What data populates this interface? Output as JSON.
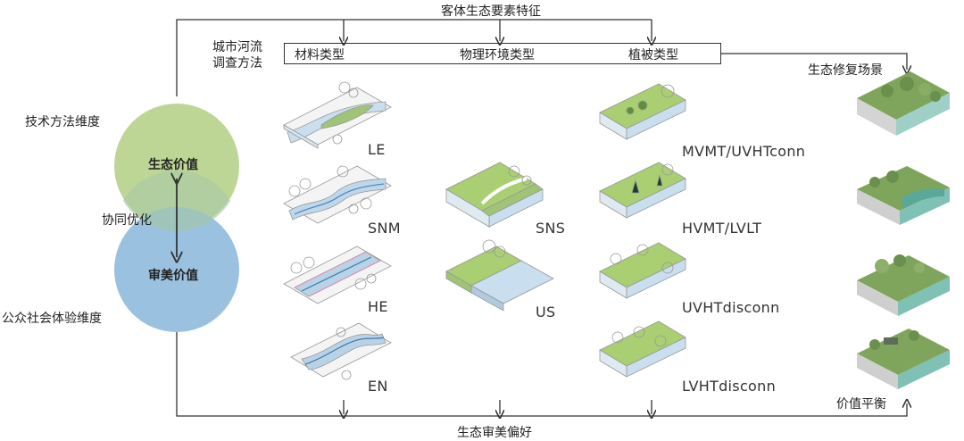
{
  "top_title": "客体生态要素特征",
  "bottom_title": "生态审美偏好",
  "method_label_line1": "城市河流",
  "method_label_line2": "调查方法",
  "categories": [
    "材料类型",
    "物理环境类型",
    "植被类型"
  ],
  "left": {
    "tech_dimension": "技术方法维度",
    "public_dimension": "公众社会体验维度",
    "collab": "协同优化",
    "eco_value": "生态价值",
    "aesthetic_value": "审美价值"
  },
  "right": {
    "scene_title": "生态修复场景",
    "balance": "价值平衡"
  },
  "material_types": [
    "LE",
    "SNM",
    "HE",
    "EN"
  ],
  "physical_types": [
    "SNS",
    "US"
  ],
  "vegetation_types": [
    "MVMT/UVHTconn",
    "HVMT/LVLT",
    "UVHTdisconn",
    "LVHTdisconn"
  ],
  "colors": {
    "eco_circle": "#b9d48f",
    "aesthetic_circle": "#8fbadb",
    "grass": "#a9cf72",
    "water": "#b9d3e6",
    "line": "#333333"
  }
}
